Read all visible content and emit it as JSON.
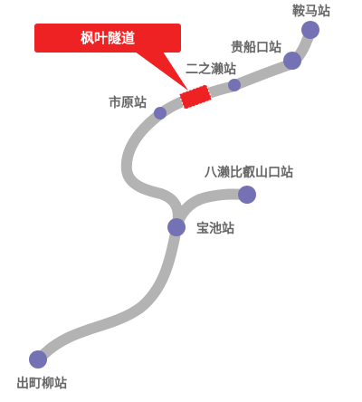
{
  "map": {
    "line_color": "#b3b3b3",
    "station_color": "#7471b4",
    "highlight_color": "#ee2222",
    "callout": {
      "label": "枫叶隧道",
      "color": "#ee2222"
    },
    "stations": [
      {
        "id": "kurama",
        "label": "鞍马站"
      },
      {
        "id": "kibuneguchi",
        "label": "贵船口站"
      },
      {
        "id": "ninose",
        "label": "二之濑站"
      },
      {
        "id": "ichihara",
        "label": "市原站"
      },
      {
        "id": "yase",
        "label": "八濑比叡山口站"
      },
      {
        "id": "takaragaike",
        "label": "宝池站"
      },
      {
        "id": "demachiyanagi",
        "label": "出町柳站"
      }
    ]
  }
}
